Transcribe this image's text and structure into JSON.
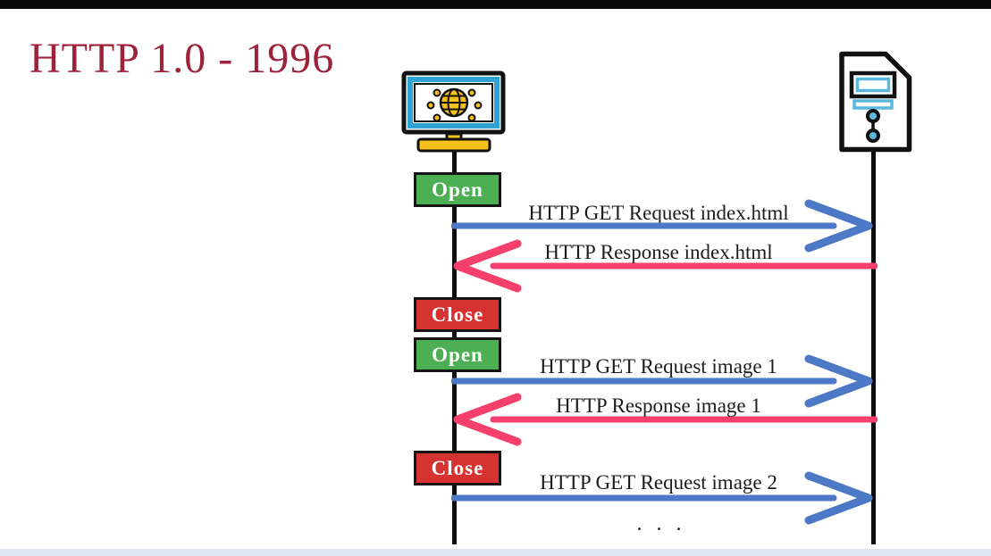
{
  "slide": {
    "title": "HTTP 1.0 - 1996",
    "ellipsis": ". . ."
  },
  "colors": {
    "title_red": "#9E2239",
    "request_blue": "#4C79C6",
    "response_pink": "#F4406B",
    "open_green": "#4CAF54",
    "close_red": "#D63231",
    "icon_yellow": "#F5C01B",
    "monitor_blue": "#2FA3D6",
    "server_blue": "#5AB8DE",
    "footer_strip": "#DCE6F1",
    "top_bar": "#080808",
    "label_black": "#1C1C1C"
  },
  "icons": {
    "client": "browser-monitor-globe-icon",
    "server": "document-server-icon"
  },
  "badges": [
    {
      "label": "Open"
    },
    {
      "label": "Close"
    },
    {
      "label": "Open"
    },
    {
      "label": "Close"
    }
  ],
  "messages": [
    {
      "label": "HTTP GET Request index.html",
      "direction": "right"
    },
    {
      "label": "HTTP Response index.html",
      "direction": "left"
    },
    {
      "label": "HTTP GET Request image 1",
      "direction": "right"
    },
    {
      "label": "HTTP Response image 1",
      "direction": "left"
    },
    {
      "label": "HTTP GET Request image 2",
      "direction": "right"
    }
  ]
}
